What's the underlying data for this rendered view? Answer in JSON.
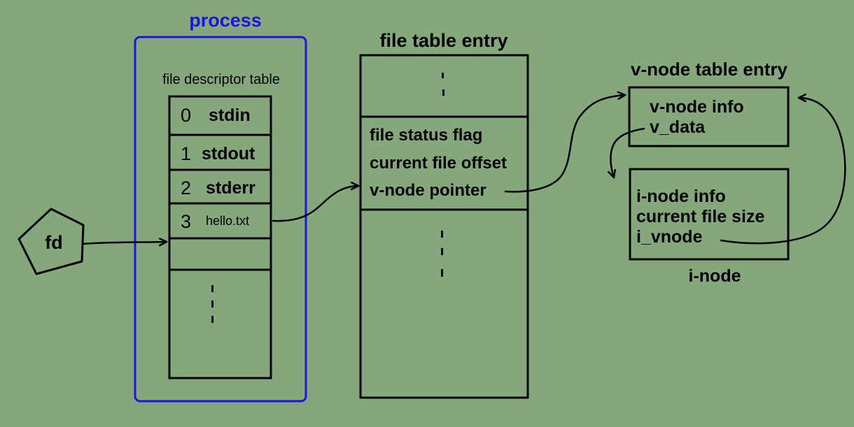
{
  "process": {
    "title": "process",
    "border_color": "#1e14e0",
    "fd_table_label": "file descriptor table",
    "rows": [
      {
        "index": "0",
        "name": "stdin"
      },
      {
        "index": "1",
        "name": "stdout"
      },
      {
        "index": "2",
        "name": "stderr"
      },
      {
        "index": "3",
        "name": "hello.txt"
      }
    ]
  },
  "fd_node": {
    "label": "fd"
  },
  "file_table": {
    "title": "file table entry",
    "fields": [
      "file status flag",
      "current file offset",
      "v-node pointer"
    ]
  },
  "vnode": {
    "title": "v-node table entry",
    "fields": [
      "v-node info",
      "v_data"
    ]
  },
  "inode": {
    "fields": [
      "i-node info",
      "current file size",
      "i_vnode"
    ],
    "label": "i-node"
  },
  "colors": {
    "background": "#84a87c",
    "process_border": "#1e14e0",
    "ink": "#000000"
  }
}
